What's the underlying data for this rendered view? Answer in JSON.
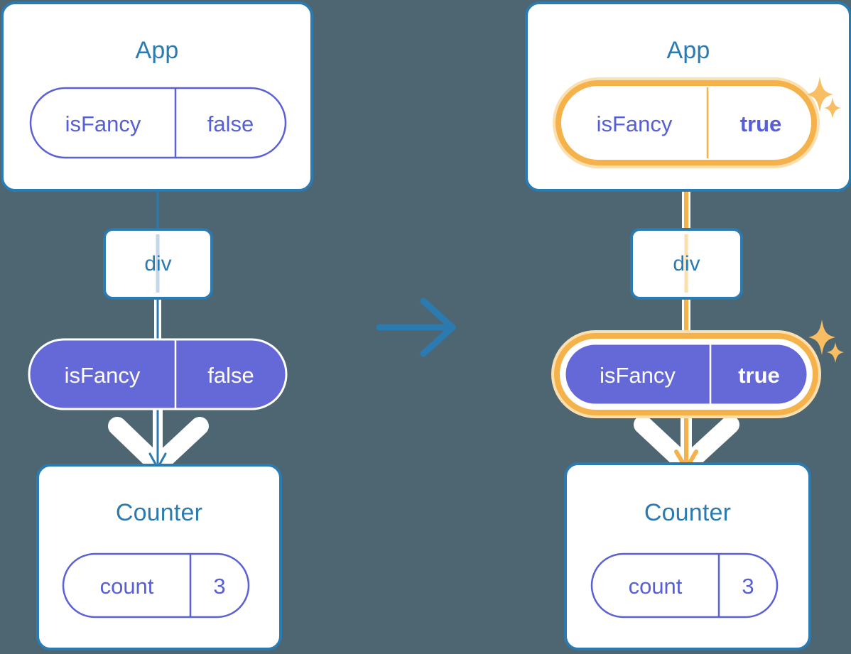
{
  "diagram": {
    "title_left": "App",
    "title_right": "App",
    "background_color": "#4d6672",
    "colors": {
      "box_border_blue": "#2b7ab0",
      "pill_purple": "#6569d8",
      "pill_outline_purple": "#5a60d6",
      "highlight_orange": "#f6b24a",
      "highlight_halo": "#fbdfae",
      "text_blue": "#2b7ab0",
      "text_purple": "#575fd6",
      "white": "#ffffff"
    }
  },
  "left_panel": {
    "app_box": {
      "title": "App",
      "state_pill": {
        "name": "isFancy",
        "value": "false",
        "highlighted": false
      }
    },
    "div_node": {
      "label": "div"
    },
    "prop_pill": {
      "name": "isFancy",
      "value": "false",
      "highlighted": false
    },
    "counter_box": {
      "title": "Counter",
      "state_pill": {
        "name": "count",
        "value": "3",
        "highlighted": false
      }
    }
  },
  "transition": {
    "icon": "arrow-right-icon"
  },
  "right_panel": {
    "app_box": {
      "title": "App",
      "state_pill": {
        "name": "isFancy",
        "value": "true",
        "highlighted": true
      },
      "sparkle": "sparkles-icon"
    },
    "div_node": {
      "label": "div"
    },
    "prop_pill": {
      "name": "isFancy",
      "value": "true",
      "highlighted": true,
      "sparkle": "sparkles-icon"
    },
    "counter_box": {
      "title": "Counter",
      "state_pill": {
        "name": "count",
        "value": "3",
        "highlighted": false
      }
    }
  }
}
